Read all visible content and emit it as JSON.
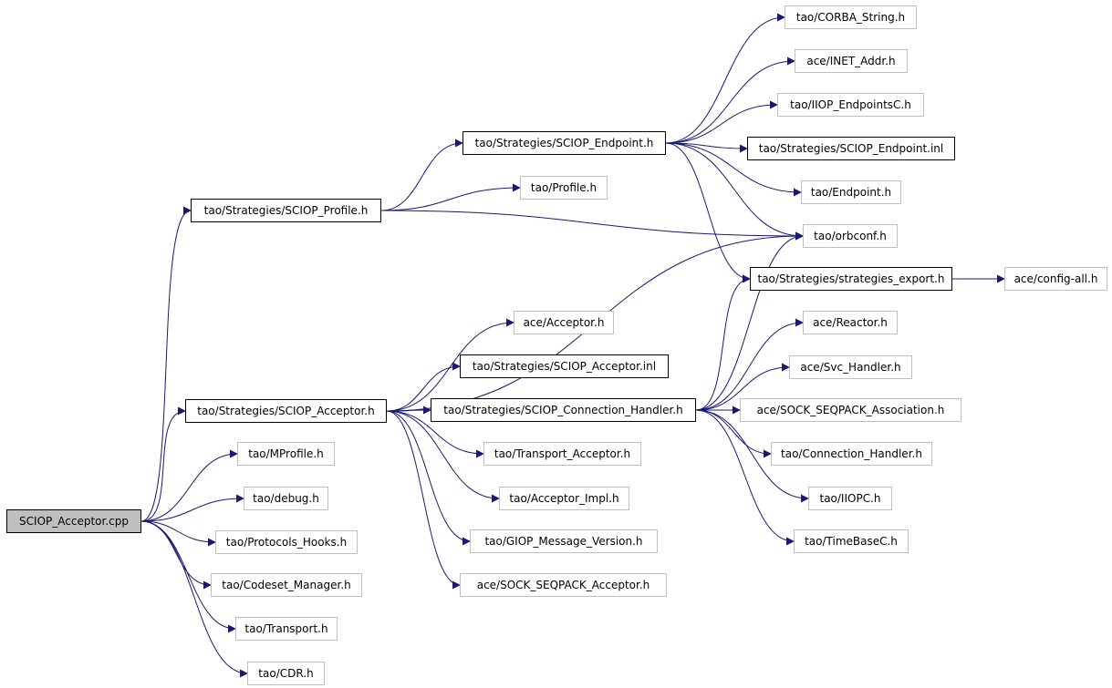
{
  "colors": {
    "edge": "#191970",
    "root_fill": "#bfbfbf",
    "box_dark": "#000000",
    "box_light": "#bfbfbf"
  },
  "nodes": [
    {
      "id": "root",
      "label": "SCIOP_Acceptor.cpp",
      "kind": "root"
    },
    {
      "id": "profile_h",
      "label": "tao/Strategies/SCIOP_Profile.h",
      "kind": "documented"
    },
    {
      "id": "acceptor_h",
      "label": "tao/Strategies/SCIOP_Acceptor.h",
      "kind": "documented"
    },
    {
      "id": "mprofile",
      "label": "tao/MProfile.h",
      "kind": "external"
    },
    {
      "id": "debug",
      "label": "tao/debug.h",
      "kind": "external"
    },
    {
      "id": "protocols_hooks",
      "label": "tao/Protocols_Hooks.h",
      "kind": "external"
    },
    {
      "id": "codeset_manager",
      "label": "tao/Codeset_Manager.h",
      "kind": "external"
    },
    {
      "id": "transport",
      "label": "tao/Transport.h",
      "kind": "external"
    },
    {
      "id": "cdr",
      "label": "tao/CDR.h",
      "kind": "external"
    },
    {
      "id": "endpoint_h",
      "label": "tao/Strategies/SCIOP_Endpoint.h",
      "kind": "documented"
    },
    {
      "id": "profile",
      "label": "tao/Profile.h",
      "kind": "external"
    },
    {
      "id": "ace_acceptor",
      "label": "ace/Acceptor.h",
      "kind": "external"
    },
    {
      "id": "acceptor_inl",
      "label": "tao/Strategies/SCIOP_Acceptor.inl",
      "kind": "documented"
    },
    {
      "id": "conn_handler_h",
      "label": "tao/Strategies/SCIOP_Connection_Handler.h",
      "kind": "documented"
    },
    {
      "id": "transport_acceptor",
      "label": "tao/Transport_Acceptor.h",
      "kind": "external"
    },
    {
      "id": "acceptor_impl",
      "label": "tao/Acceptor_Impl.h",
      "kind": "external"
    },
    {
      "id": "giop_msg_version",
      "label": "tao/GIOP_Message_Version.h",
      "kind": "external"
    },
    {
      "id": "sock_seqpack_acceptor",
      "label": "ace/SOCK_SEQPACK_Acceptor.h",
      "kind": "external"
    },
    {
      "id": "corba_string",
      "label": "tao/CORBA_String.h",
      "kind": "external"
    },
    {
      "id": "inet_addr",
      "label": "ace/INET_Addr.h",
      "kind": "external"
    },
    {
      "id": "iiop_endpointsc",
      "label": "tao/IIOP_EndpointsC.h",
      "kind": "external"
    },
    {
      "id": "endpoint_inl",
      "label": "tao/Strategies/SCIOP_Endpoint.inl",
      "kind": "documented"
    },
    {
      "id": "endpoint",
      "label": "tao/Endpoint.h",
      "kind": "external"
    },
    {
      "id": "orbconf",
      "label": "tao/orbconf.h",
      "kind": "external"
    },
    {
      "id": "strategies_export",
      "label": "tao/Strategies/strategies_export.h",
      "kind": "documented"
    },
    {
      "id": "config_all",
      "label": "ace/config-all.h",
      "kind": "external"
    },
    {
      "id": "reactor",
      "label": "ace/Reactor.h",
      "kind": "external"
    },
    {
      "id": "svc_handler",
      "label": "ace/Svc_Handler.h",
      "kind": "external"
    },
    {
      "id": "sock_seqpack_assoc",
      "label": "ace/SOCK_SEQPACK_Association.h",
      "kind": "external"
    },
    {
      "id": "connection_handler",
      "label": "tao/Connection_Handler.h",
      "kind": "external"
    },
    {
      "id": "iiopc",
      "label": "tao/IIOPC.h",
      "kind": "external"
    },
    {
      "id": "timebasec",
      "label": "tao/TimeBaseC.h",
      "kind": "external"
    }
  ],
  "edges": [
    [
      "root",
      "profile_h"
    ],
    [
      "root",
      "acceptor_h"
    ],
    [
      "root",
      "mprofile"
    ],
    [
      "root",
      "debug"
    ],
    [
      "root",
      "protocols_hooks"
    ],
    [
      "root",
      "codeset_manager"
    ],
    [
      "root",
      "transport"
    ],
    [
      "root",
      "cdr"
    ],
    [
      "profile_h",
      "endpoint_h"
    ],
    [
      "profile_h",
      "profile"
    ],
    [
      "profile_h",
      "orbconf"
    ],
    [
      "endpoint_h",
      "corba_string"
    ],
    [
      "endpoint_h",
      "inet_addr"
    ],
    [
      "endpoint_h",
      "iiop_endpointsc"
    ],
    [
      "endpoint_h",
      "endpoint_inl"
    ],
    [
      "endpoint_h",
      "endpoint"
    ],
    [
      "endpoint_h",
      "orbconf"
    ],
    [
      "endpoint_h",
      "strategies_export"
    ],
    [
      "acceptor_h",
      "orbconf"
    ],
    [
      "acceptor_h",
      "ace_acceptor"
    ],
    [
      "acceptor_h",
      "acceptor_inl"
    ],
    [
      "acceptor_h",
      "conn_handler_h"
    ],
    [
      "acceptor_h",
      "transport_acceptor"
    ],
    [
      "acceptor_h",
      "acceptor_impl"
    ],
    [
      "acceptor_h",
      "giop_msg_version"
    ],
    [
      "acceptor_h",
      "sock_seqpack_acceptor"
    ],
    [
      "conn_handler_h",
      "orbconf"
    ],
    [
      "conn_handler_h",
      "strategies_export"
    ],
    [
      "conn_handler_h",
      "reactor"
    ],
    [
      "conn_handler_h",
      "svc_handler"
    ],
    [
      "conn_handler_h",
      "sock_seqpack_assoc"
    ],
    [
      "conn_handler_h",
      "connection_handler"
    ],
    [
      "conn_handler_h",
      "iiopc"
    ],
    [
      "conn_handler_h",
      "timebasec"
    ],
    [
      "strategies_export",
      "config_all"
    ]
  ]
}
